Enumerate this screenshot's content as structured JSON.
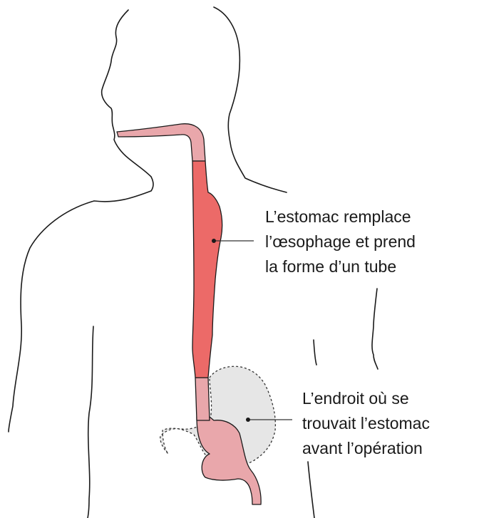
{
  "labels": {
    "new_stomach": [
      "L’estomac remplace",
      "l’œsophage et prend",
      "la forme d’un tube"
    ],
    "old_stomach": [
      "L’endroit où se",
      "trouvait l’estomac",
      "avant l’opération"
    ]
  },
  "colors": {
    "outline": "#1a1a1a",
    "tube_pink": "#e9a7ab",
    "stomach_red": "#ec6a68",
    "former_stomach_fill": "#e6e6e6",
    "former_stomach_outline": "#333333"
  }
}
